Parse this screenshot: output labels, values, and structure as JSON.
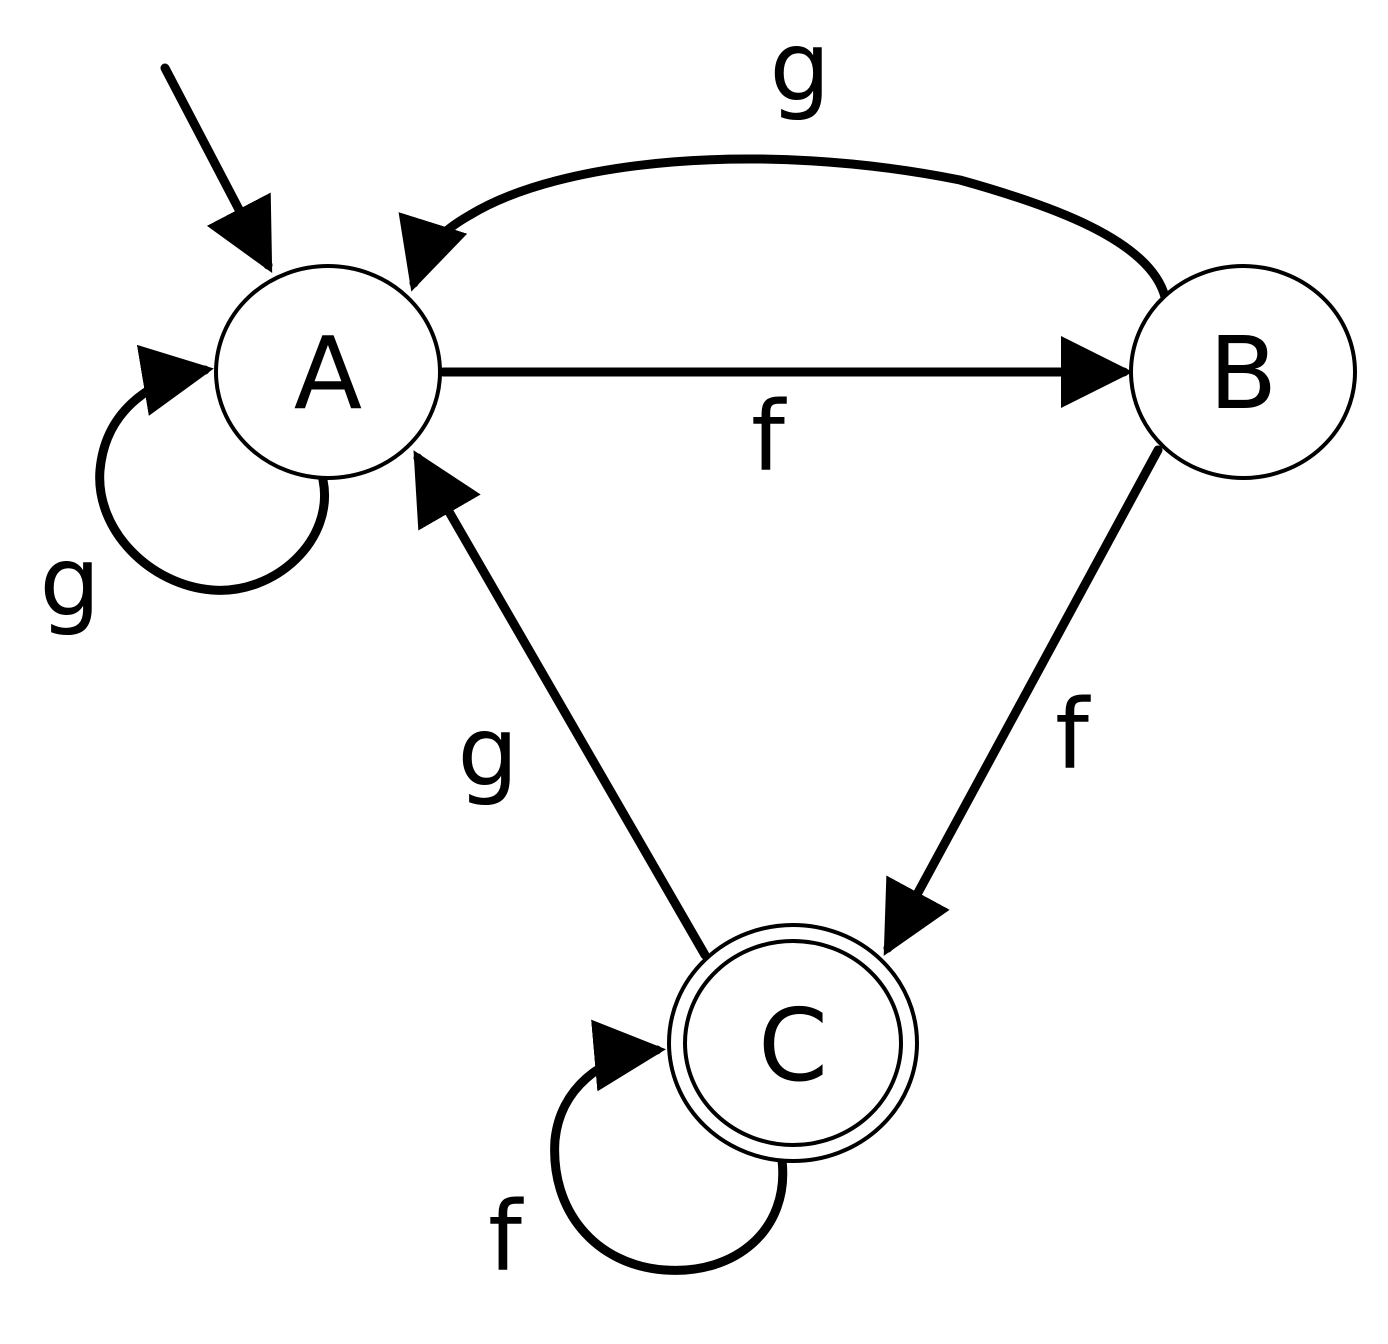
{
  "states": {
    "A": {
      "label": "A",
      "accepting": false,
      "initial": true
    },
    "B": {
      "label": "B",
      "accepting": false,
      "initial": false
    },
    "C": {
      "label": "C",
      "accepting": true,
      "initial": false
    }
  },
  "transitions": {
    "A_A": {
      "from": "A",
      "to": "A",
      "label": "g"
    },
    "A_B": {
      "from": "A",
      "to": "B",
      "label": "f"
    },
    "B_A": {
      "from": "B",
      "to": "A",
      "label": "g"
    },
    "B_C": {
      "from": "B",
      "to": "C",
      "label": "f"
    },
    "C_A": {
      "from": "C",
      "to": "A",
      "label": "g"
    },
    "C_C": {
      "from": "C",
      "to": "C",
      "label": "f"
    }
  },
  "colors": {
    "stroke": "#000000",
    "background": "#ffffff"
  }
}
